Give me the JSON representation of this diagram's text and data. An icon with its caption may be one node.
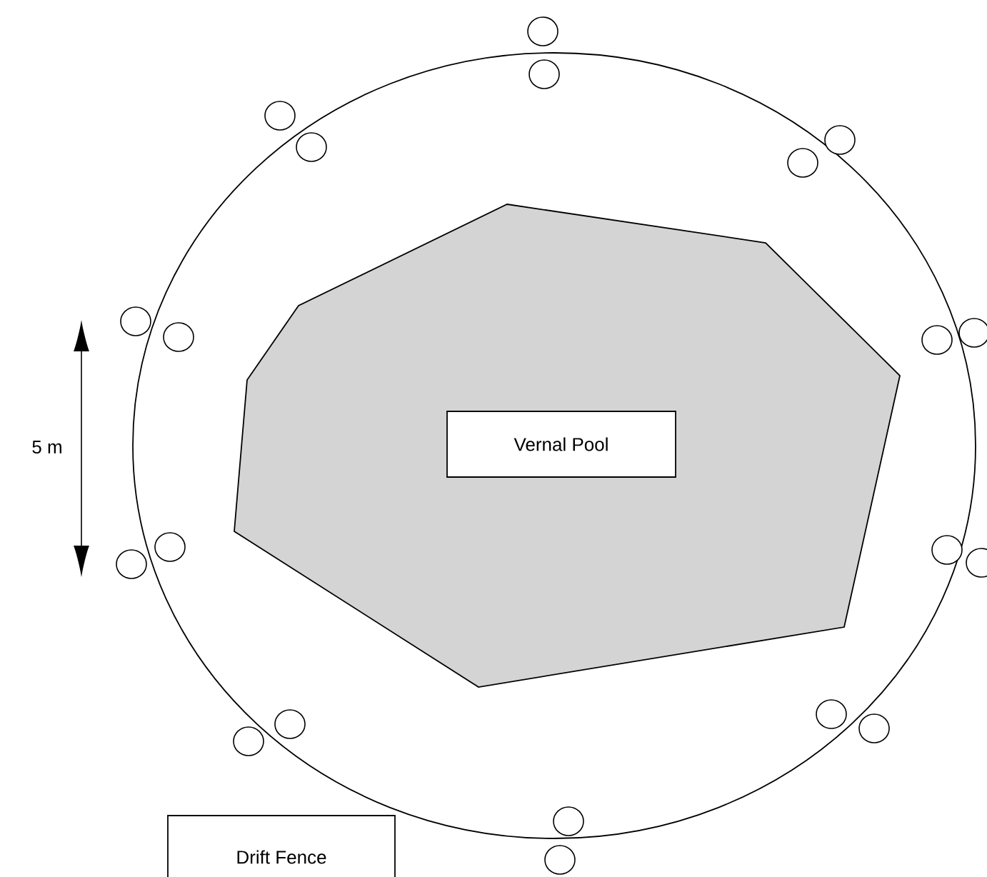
{
  "diagram": {
    "nodes": [
      {
        "text": [
          "Vernal Pool"
        ]
      },
      {
        "text": [
          "Drift Fence"
        ]
      }
    ],
    "labels": [
      "5 m"
    ]
  }
}
